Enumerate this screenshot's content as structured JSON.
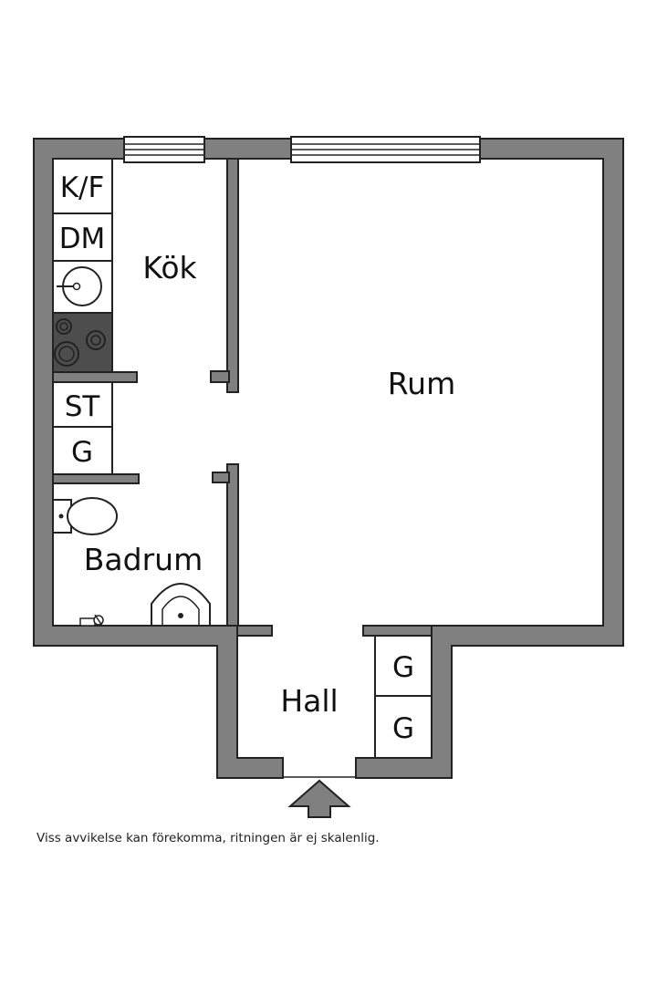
{
  "rooms": {
    "kitchen": "Kök",
    "living": "Rum",
    "bathroom": "Badrum",
    "hall": "Hall"
  },
  "fixtures": {
    "fridge_freezer": "K/F",
    "dishwasher": "DM",
    "storage": "ST",
    "wardrobe_1": "G",
    "wardrobe_2": "G",
    "wardrobe_3": "G"
  },
  "disclaimer": "Viss avvikelse kan förekomma, ritningen är ej skalenlig.",
  "colors": {
    "wall": "#808080",
    "line": "#222222",
    "stove": "#4d4d4d"
  }
}
